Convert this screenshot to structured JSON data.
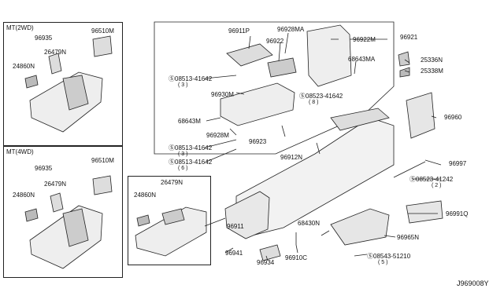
{
  "panels": {
    "mt_2wd": {
      "title": "MT(2WD)",
      "labels": [
        "96935",
        "96510M",
        "26479N",
        "24860N"
      ]
    },
    "mt_4wd": {
      "title": "MT(4WD)",
      "labels": [
        "96935",
        "96510M",
        "26479N",
        "24860N"
      ]
    },
    "lower_inset": {
      "labels": [
        "26479N",
        "24860N"
      ]
    }
  },
  "parts": {
    "p96911P": "96911P",
    "p96928MA": "96928MA",
    "p96922": "96922",
    "p96922M": "96922M",
    "p96921": "96921",
    "p68643MA": "68643MA",
    "p25336N": "25336N",
    "p25338M": "25338M",
    "bolt_41642_a": "Ⓢ08513-41642",
    "qty_a": "( 3 )",
    "p96930M": "96930M",
    "bolt_41642_b": "Ⓢ08523-41642",
    "qty_b": "( 8 )",
    "p68643M": "68643M",
    "p96928M": "96928M",
    "p96923": "96923",
    "p96960": "96960",
    "bolt_41642_c": "Ⓢ08513-41642",
    "qty_c": "( 3 )",
    "bolt_41642_d": "Ⓢ08513-41642",
    "qty_d": "( 6 )",
    "p96912N": "96912N",
    "p96997": "96997",
    "bolt_41242": "Ⓢ08523-41242",
    "qty_e": "( 2 )",
    "p96991Q": "96991Q",
    "p96911": "96911",
    "p68430N": "68430N",
    "p96965N": "96965N",
    "p96941": "96941",
    "p96934": "96934",
    "p96910C": "96910C",
    "bolt_51210": "Ⓢ08543-51210",
    "qty_f": "( 5 )"
  },
  "diagram_code": "J969008Y"
}
